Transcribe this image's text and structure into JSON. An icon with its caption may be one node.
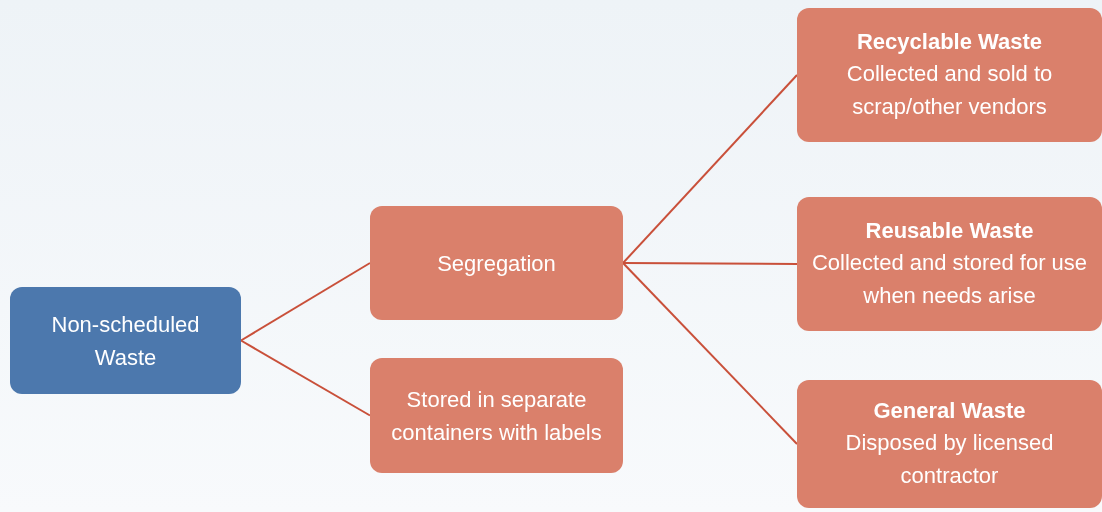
{
  "diagram": {
    "nodes": [
      {
        "text": [
          "Non-scheduled Waste"
        ]
      },
      {
        "text": [
          "Segregation"
        ]
      },
      {
        "text": [
          "Stored in separate containers with labels"
        ]
      },
      {
        "text": [
          "Recyclable Waste",
          "Collected and sold to scrap/other vendors"
        ]
      },
      {
        "text": [
          "Reusable Waste",
          "Collected and stored for use when needs arise"
        ]
      },
      {
        "text": [
          "General Waste",
          "Disposed by licensed contractor"
        ]
      }
    ],
    "edges": [
      {
        "from": 0,
        "to": 1,
        "arrow": "none"
      },
      {
        "from": 0,
        "to": 2,
        "arrow": "none"
      },
      {
        "from": 1,
        "to": 3,
        "arrow": "none"
      },
      {
        "from": 1,
        "to": 4,
        "arrow": "none"
      },
      {
        "from": 1,
        "to": 5,
        "arrow": "none"
      }
    ]
  }
}
